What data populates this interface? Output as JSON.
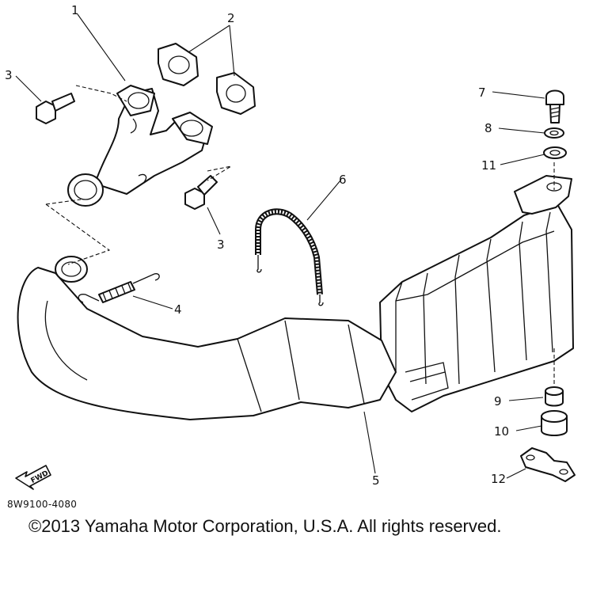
{
  "diagram": {
    "callouts": [
      "1",
      "2",
      "3",
      "3",
      "4",
      "5",
      "6",
      "7",
      "8",
      "9",
      "10",
      "11",
      "12"
    ],
    "fwd_label": "FWD"
  },
  "footer": {
    "diagram_code": "8W9100-4080",
    "copyright": "©2013 Yamaha Motor Corporation, U.S.A. All rights reserved."
  }
}
